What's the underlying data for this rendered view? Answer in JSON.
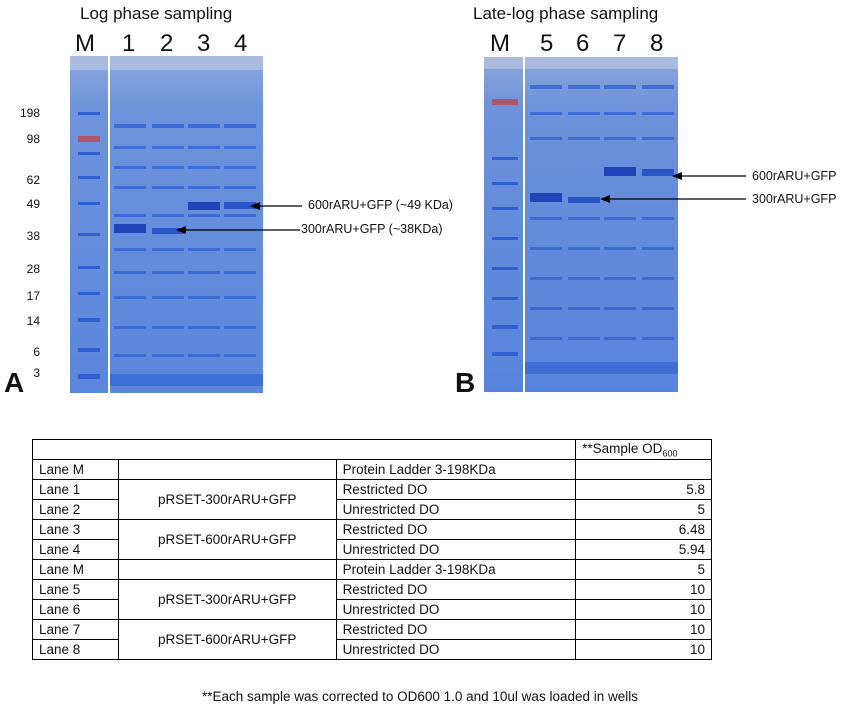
{
  "panel_a": {
    "title": "Log phase sampling",
    "letter": "A",
    "lanes": [
      "M",
      "1",
      "2",
      "3",
      "4"
    ],
    "mw_markers": [
      "198",
      "98",
      "62",
      "49",
      "38",
      "28",
      "17",
      "14",
      "6",
      "3"
    ],
    "annotations": [
      "600rARU+GFP  (~49 KDa)",
      "300rARU+GFP (~38KDa)"
    ]
  },
  "panel_b": {
    "title": "Late-log phase sampling",
    "letter": "B",
    "lanes": [
      "M",
      "5",
      "6",
      "7",
      "8"
    ],
    "annotations": [
      "600rARU+GFP",
      "300rARU+GFP"
    ]
  },
  "table": {
    "header_main": "**Sample OD",
    "header_sub": "600",
    "rows": [
      {
        "lane": "Lane M",
        "construct": "",
        "condition": "Protein Ladder 3-198KDa",
        "od": ""
      },
      {
        "lane": "Lane 1",
        "construct": "pRSET-300rARU+GFP",
        "condition": "Restricted DO",
        "od": "5.8"
      },
      {
        "lane": "Lane 2",
        "construct": "",
        "condition": "Unrestricted DO",
        "od": "5"
      },
      {
        "lane": "Lane 3",
        "construct": "pRSET-600rARU+GFP",
        "condition": "Restricted DO",
        "od": "6.48"
      },
      {
        "lane": "Lane 4",
        "construct": "",
        "condition": "Unrestricted DO",
        "od": "5.94"
      },
      {
        "lane": "Lane M",
        "construct": "",
        "condition": "Protein Ladder 3-198KDa",
        "od": "5"
      },
      {
        "lane": "Lane 5",
        "construct": "pRSET-300rARU+GFP",
        "condition": "Restricted DO",
        "od": "10"
      },
      {
        "lane": "Lane 6",
        "construct": "",
        "condition": "Unrestricted DO",
        "od": "10"
      },
      {
        "lane": "Lane 7",
        "construct": "pRSET-600rARU+GFP",
        "condition": "Restricted DO",
        "od": "10"
      },
      {
        "lane": "Lane 8",
        "construct": "",
        "condition": "Unrestricted DO",
        "od": "10"
      }
    ],
    "footnote": "**Each sample was corrected to OD600 1.0 and 10ul was loaded in wells"
  }
}
